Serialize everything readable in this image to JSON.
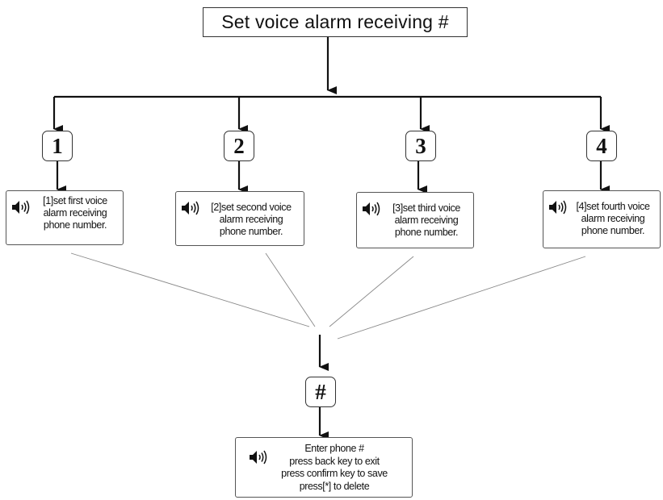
{
  "title": "Set voice alarm receiving #",
  "keys": [
    "1",
    "2",
    "3",
    "4"
  ],
  "prompts": [
    {
      "line1": "[1]set first voice",
      "line2": "alarm receiving",
      "line3": "phone number."
    },
    {
      "line1": "[2]set second voice",
      "line2": "alarm receiving",
      "line3": "phone number."
    },
    {
      "line1": "[3]set third voice",
      "line2": "alarm receiving",
      "line3": "phone number."
    },
    {
      "line1": "[4]set fourth voice",
      "line2": "alarm receiving",
      "line3": "phone number."
    }
  ],
  "final_key": "#",
  "final_prompt": {
    "line1": "Enter phone #",
    "line2": "press back key to exit",
    "line3": "press confirm key to save",
    "line4": "press[*] to delete"
  },
  "icons": {
    "speaker": "speaker-icon"
  }
}
